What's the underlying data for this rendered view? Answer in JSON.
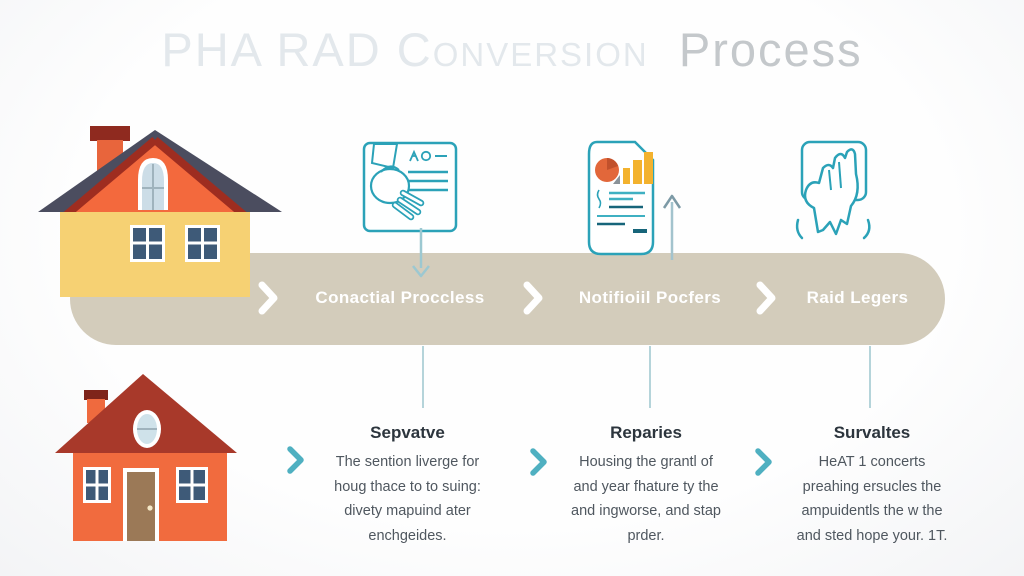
{
  "title": {
    "main": "PHA RAD Conversion",
    "suffix": "Process"
  },
  "process_bar": {
    "bar_color": "#d3ccbb",
    "steps": [
      {
        "label": "Conactial Proccless",
        "icon": "handshake-document-icon"
      },
      {
        "label": "Notifioiil Pocfers",
        "icon": "report-chart-icon"
      },
      {
        "label": "Raid Legers",
        "icon": "fist-breakthrough-icon"
      }
    ]
  },
  "details": {
    "items": [
      {
        "heading": "Sepvatve",
        "body": "The sention liverge for\nhoug thace to to suing:\ndivety mapuind ater\nenchgeides."
      },
      {
        "heading": "Reparies",
        "body": "Housing the grantl of\nand year fhature ty the\nand ingworse, and stap\nprder."
      },
      {
        "heading": "Survaltes",
        "body": "HeAT 1 concerts\npreahing ersucles the\nampuidentls the w the\nand sted hope your. 1T."
      }
    ]
  },
  "icons": {
    "top_left": "house-yellow-icon",
    "bottom_left": "house-orange-icon",
    "step_connectors": [
      "arrow-down-icon",
      "arrow-up-icon"
    ]
  },
  "colors": {
    "teal_outline": "#2ba2b8",
    "bar_beige": "#d3ccbb",
    "chevron_white": "#ffffff",
    "chevron_teal": "#4fb0c1",
    "house_yellow": "#f6d173",
    "house_orange": "#f16b3e",
    "roof_slate": "#4b4d5f",
    "roof_red": "#a8392a",
    "chart_orange": "#e2673a",
    "chart_yellow": "#f3b22e",
    "heading_dark": "#2c353d",
    "body_gray": "#4f575f"
  }
}
